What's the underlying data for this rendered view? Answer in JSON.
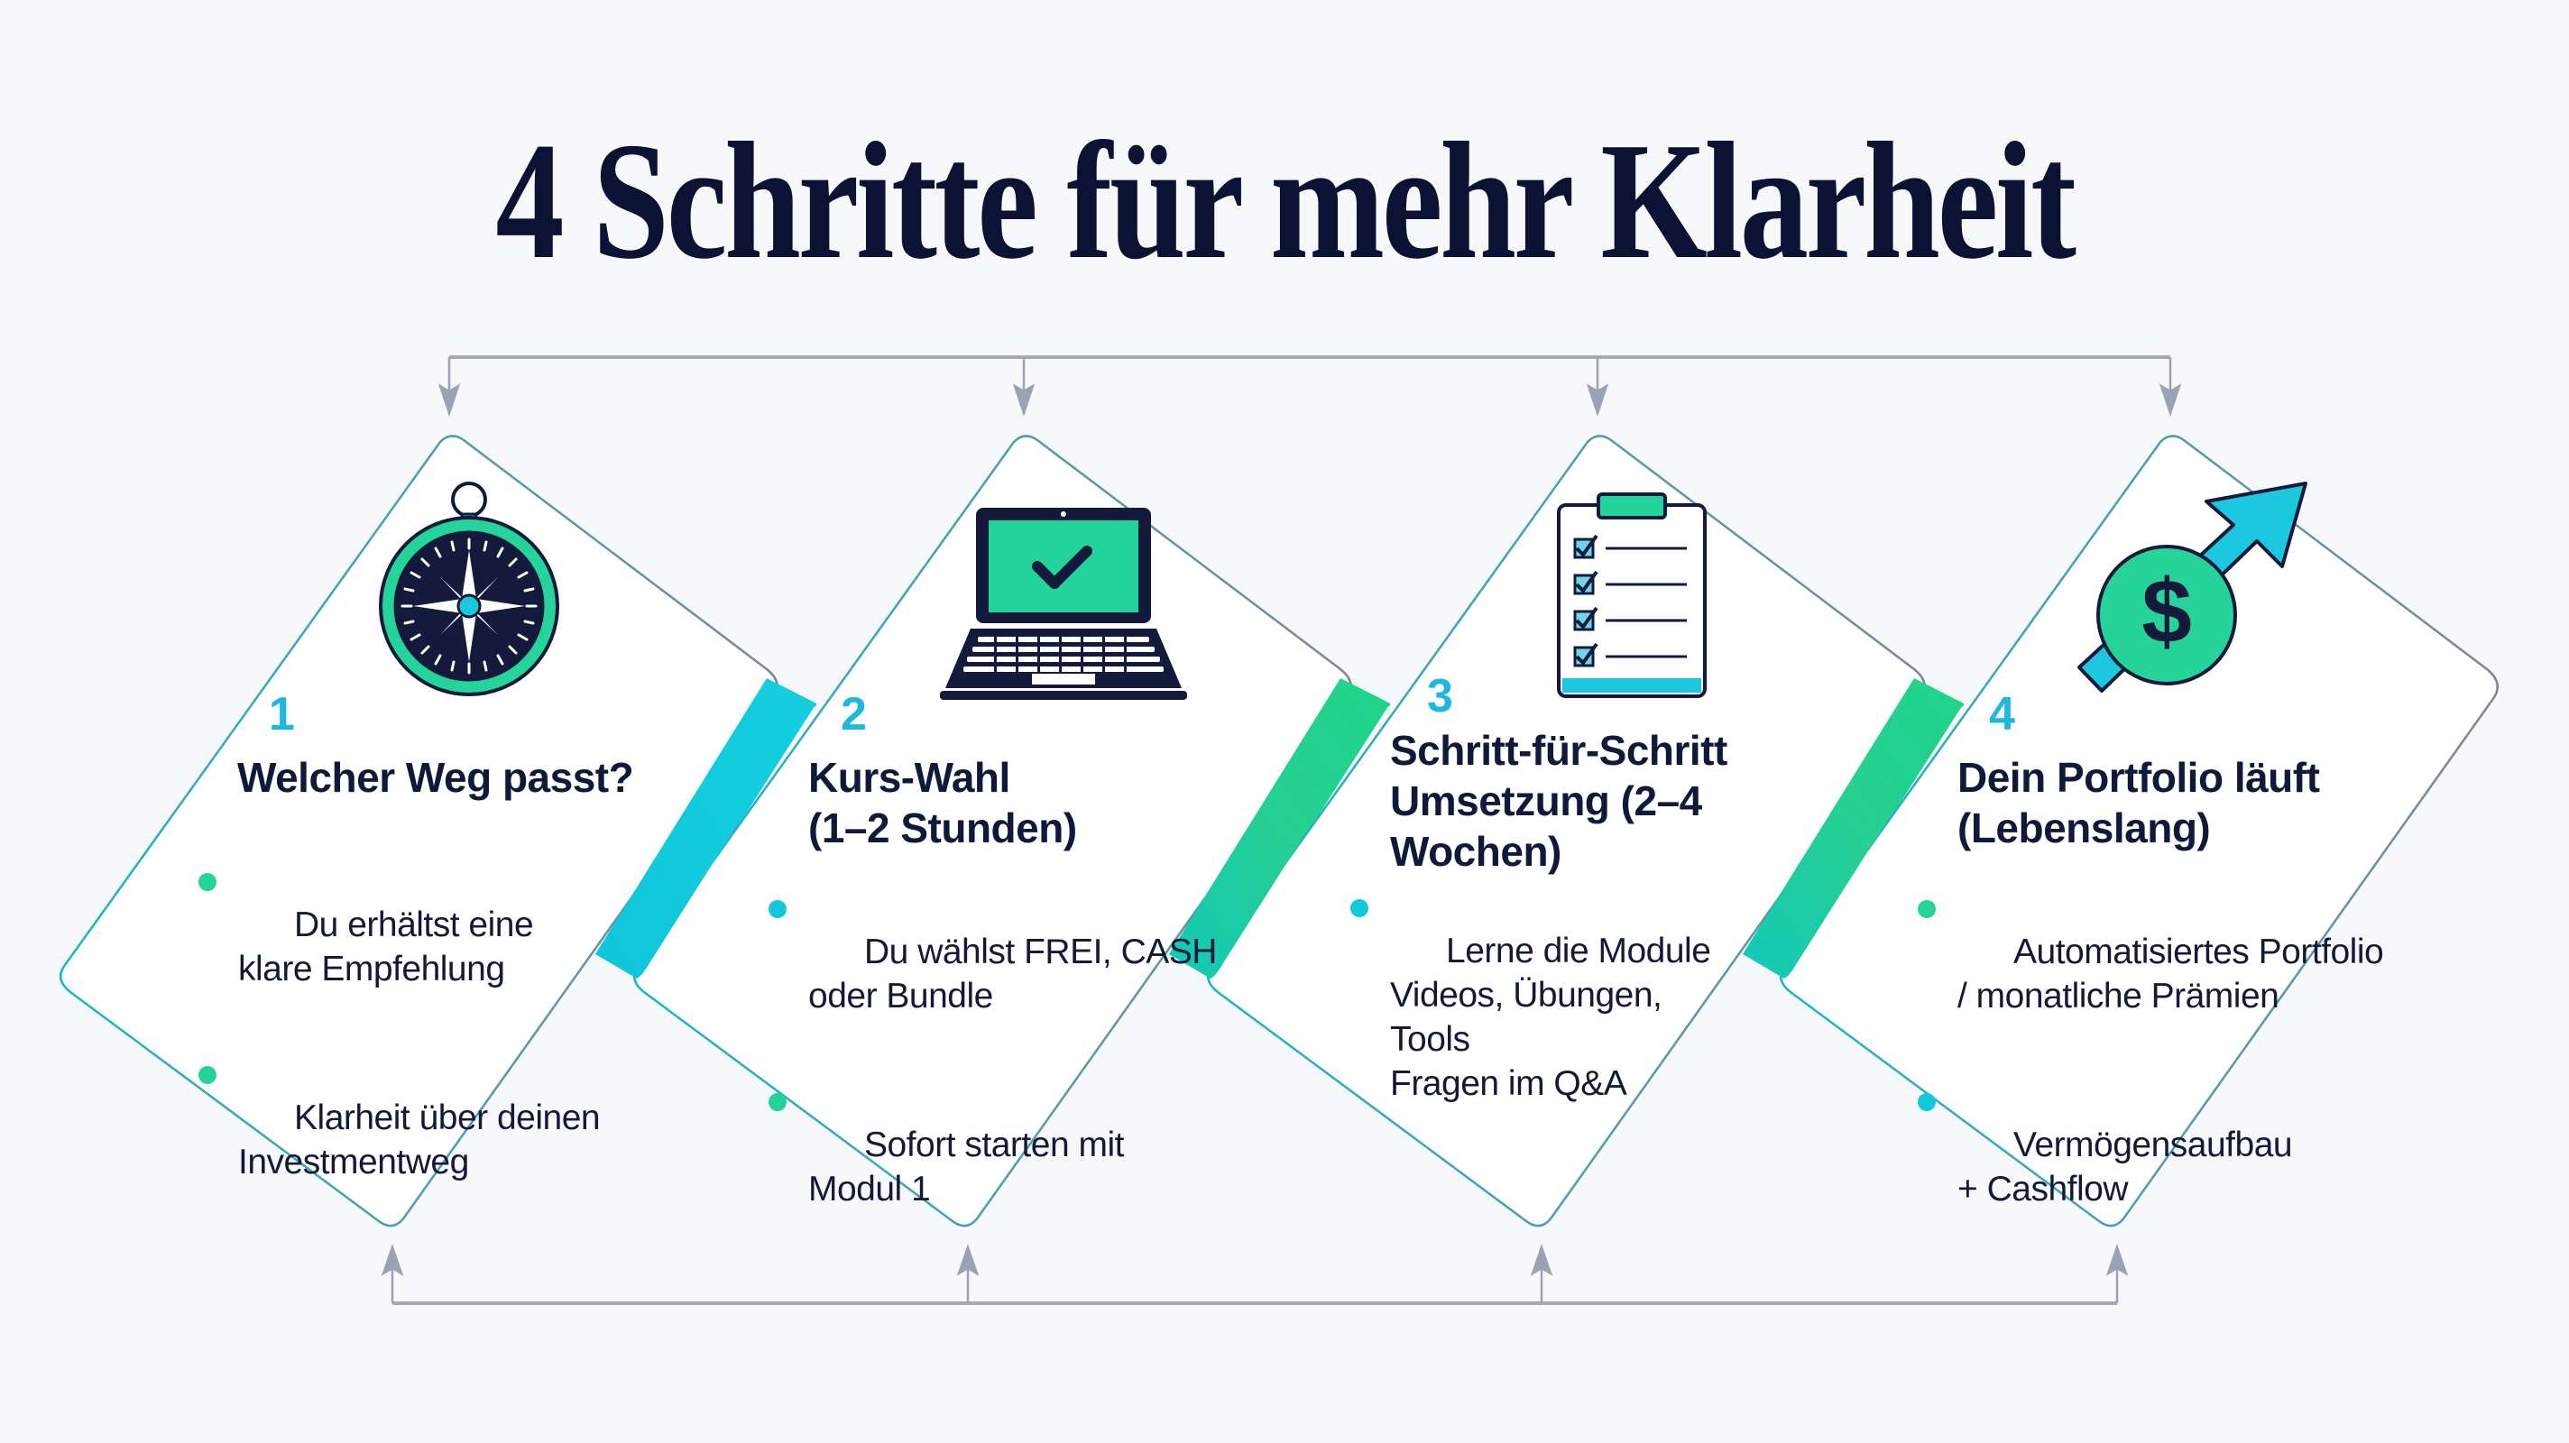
{
  "title": "4 Schritte für mehr Klarheit",
  "colors": {
    "navy": "#0f1a3a",
    "cyan": "#1cb8e0",
    "teal_band": "#14c8dc",
    "green": "#22d39a",
    "connector_gray": "#9aa3b3",
    "background": "#f6f8fa"
  },
  "steps": [
    {
      "number": "1",
      "icon": "compass-icon",
      "title_lines": [
        "Welcher Weg passt?"
      ],
      "bullets": [
        {
          "text": "Du erhältst eine\nklare Empfehlung",
          "dot_color": "#22d39a"
        },
        {
          "text": "Klarheit über deinen\nInvestmentweg",
          "dot_color": "#22d39a"
        }
      ]
    },
    {
      "number": "2",
      "icon": "laptop-check-icon",
      "title_lines": [
        "Kurs-Wahl",
        "(1–2 Stunden)"
      ],
      "bullets": [
        {
          "text": "Du wählst FREI, CASH\noder Bundle",
          "dot_color": "#14c8dc"
        },
        {
          "text": "Sofort starten mit\nModul 1",
          "dot_color": "#22d39a"
        }
      ]
    },
    {
      "number": "3",
      "icon": "clipboard-checklist-icon",
      "title_lines": [
        "Schritt-für-Schritt",
        "Umsetzung (2–4",
        "Wochen)"
      ],
      "bullets": [
        {
          "text": "Lerne die Module\nVideos, Übungen,\nTools\nFragen im Q&A",
          "dot_color": "#14c8dc"
        }
      ]
    },
    {
      "number": "4",
      "icon": "dollar-growth-arrow-icon",
      "title_lines": [
        "Dein Portfolio läuft",
        "(Lebenslang)"
      ],
      "bullets": [
        {
          "text": "Automatisiertes Portfolio\n/ monatliche Prämien",
          "dot_color": "#22d39a"
        },
        {
          "text": "Vermögensaufbau\n+ Cashflow",
          "dot_color": "#14c8dc"
        }
      ]
    }
  ]
}
